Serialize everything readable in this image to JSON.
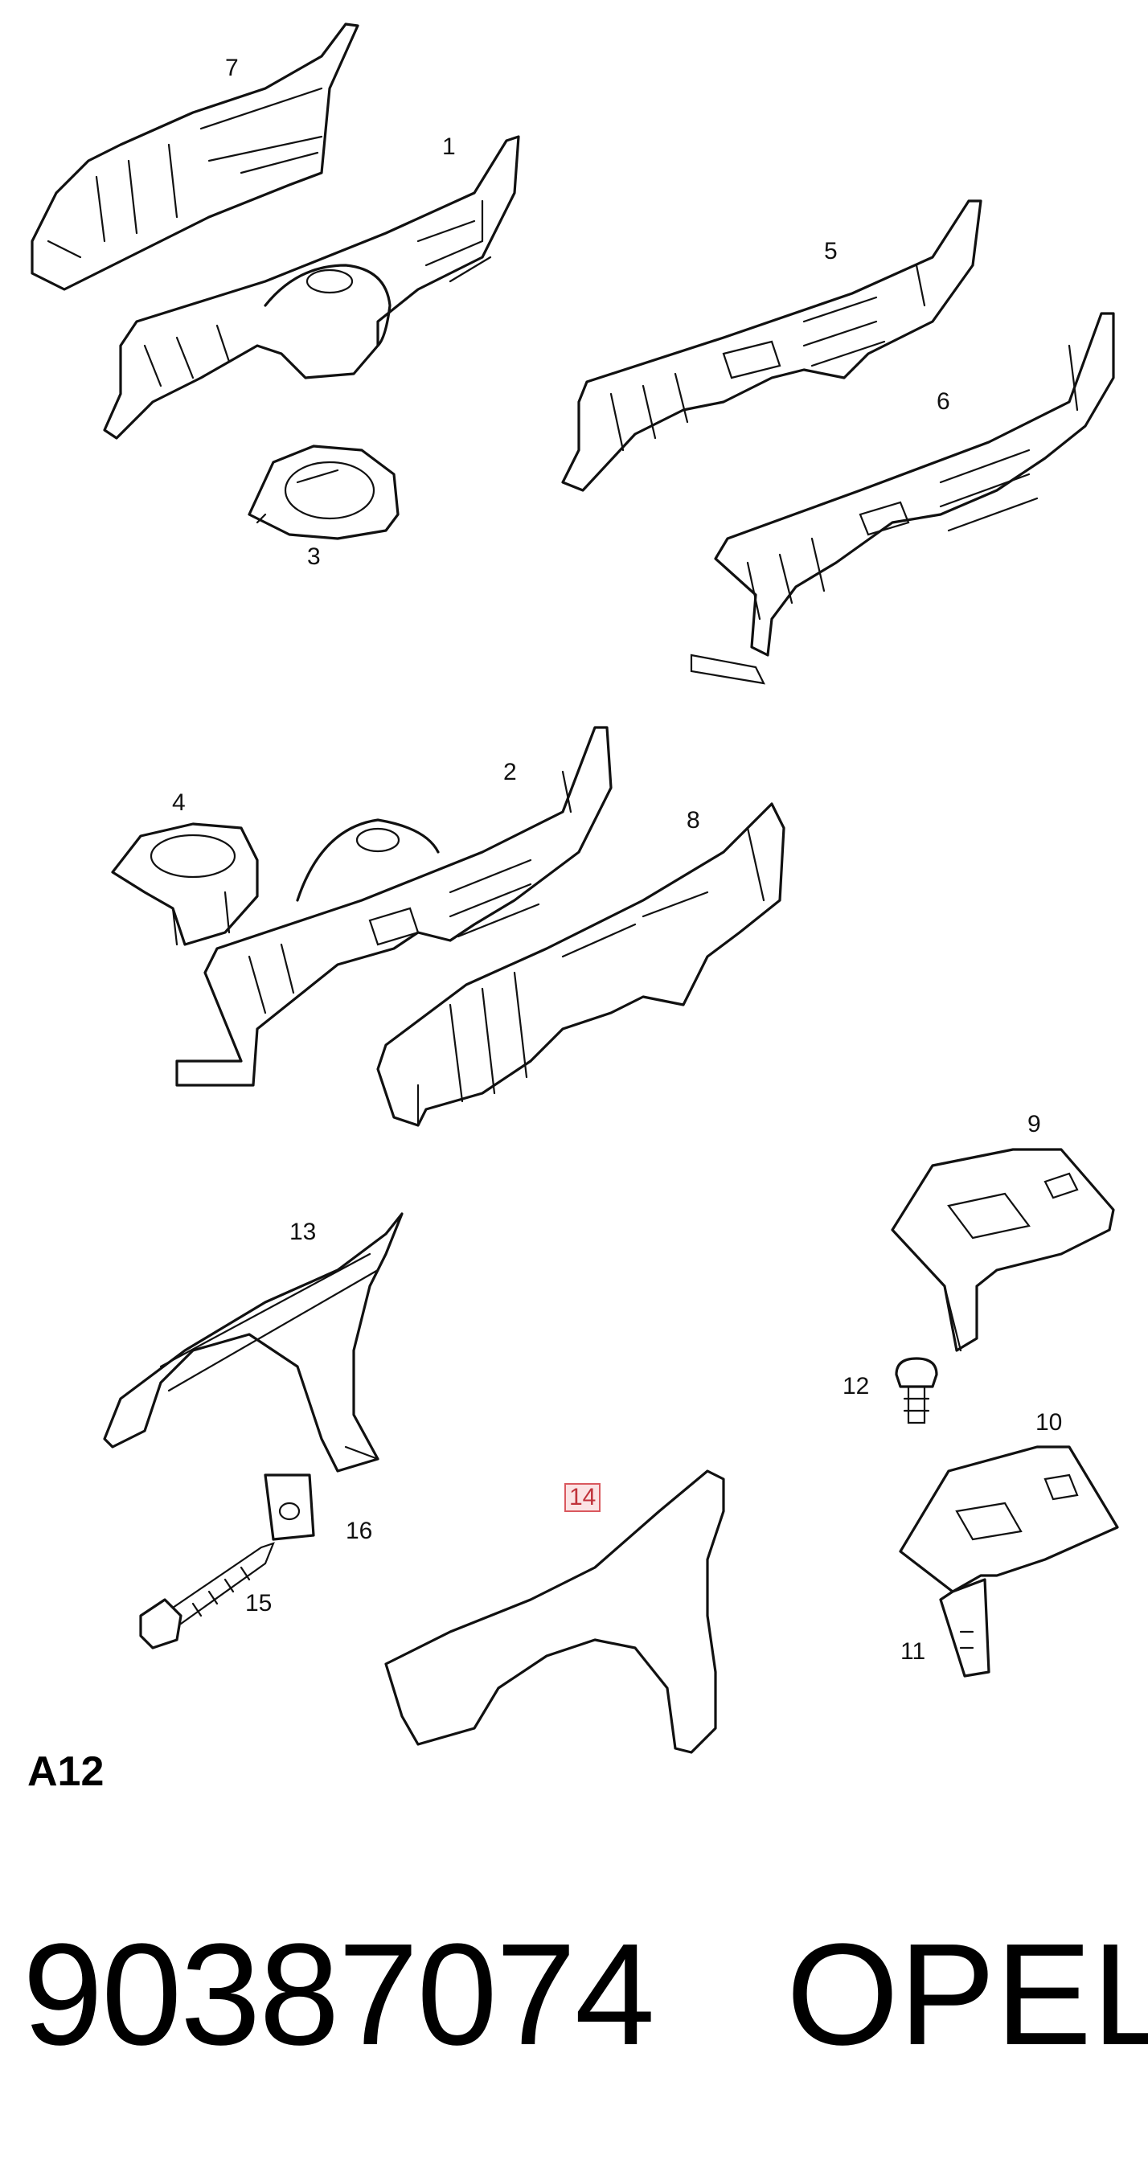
{
  "diagram": {
    "code": "A12",
    "callouts": [
      {
        "id": "1",
        "label": "1"
      },
      {
        "id": "2",
        "label": "2"
      },
      {
        "id": "3",
        "label": "3"
      },
      {
        "id": "4",
        "label": "4"
      },
      {
        "id": "5",
        "label": "5"
      },
      {
        "id": "6",
        "label": "6"
      },
      {
        "id": "7",
        "label": "7"
      },
      {
        "id": "8",
        "label": "8"
      },
      {
        "id": "9",
        "label": "9"
      },
      {
        "id": "10",
        "label": "10"
      },
      {
        "id": "11",
        "label": "11"
      },
      {
        "id": "12",
        "label": "12"
      },
      {
        "id": "13",
        "label": "13"
      },
      {
        "id": "14",
        "label": "14",
        "highlighted": true
      },
      {
        "id": "15",
        "label": "15"
      },
      {
        "id": "16",
        "label": "16"
      }
    ],
    "highlight_color": "#d9585e"
  },
  "footer": {
    "part_number": "90387074",
    "brand": "OPEL"
  }
}
